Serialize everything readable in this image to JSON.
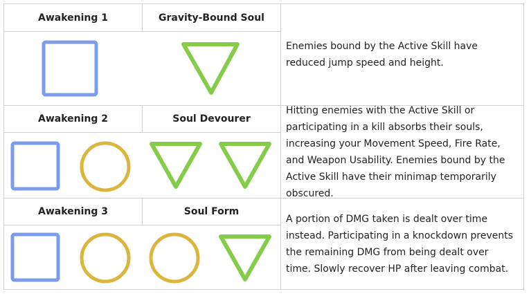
{
  "colors": {
    "square": "#7b9cea",
    "circle": "#dbb53e",
    "triangle": "#84cc4a",
    "border": "#d0d0d0"
  },
  "rows": [
    {
      "awakening": "Awakening 1",
      "skill": "Gravity-Bound Soul",
      "description": "Enemies bound by the Active Skill have reduced jump speed and height.",
      "icons": [
        "square-icon",
        "triangle-icon"
      ]
    },
    {
      "awakening": "Awakening 2",
      "skill": "Soul Devourer",
      "description": "Hitting enemies with the Active Skill or participating in a kill absorbs their souls, increasing your Movement Speed, Fire Rate, and Weapon Usability. Enemies bound by the Active Skill have their minimap temporarily obscured.",
      "icons": [
        "square-icon",
        "circle-icon",
        "triangle-icon",
        "triangle-icon"
      ]
    },
    {
      "awakening": "Awakening 3",
      "skill": "Soul Form",
      "description": "A portion of DMG taken is dealt over time instead. Participating in a knockdown prevents the remaining DMG from being dealt over time. Slowly recover HP after leaving combat.",
      "icons": [
        "square-icon",
        "circle-icon",
        "circle-icon",
        "triangle-icon"
      ]
    }
  ]
}
